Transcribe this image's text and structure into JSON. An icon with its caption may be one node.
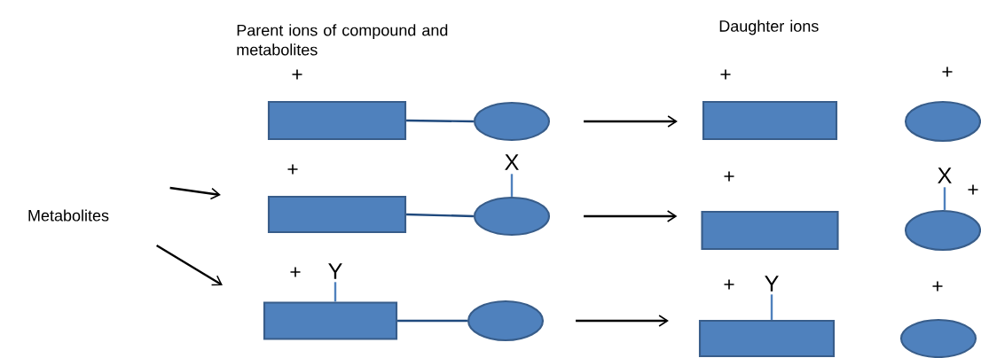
{
  "diagram": {
    "nodes": [
      {
        "text": [
          "Metabolites"
        ]
      },
      {
        "text": [],
        "shape": "box"
      },
      {
        "text": [],
        "shape": "ellipse"
      },
      {
        "text": [],
        "shape": "box"
      },
      {
        "text": [
          "X"
        ]
      },
      {
        "text": [],
        "shape": "ellipse"
      },
      {
        "text": [
          "Y"
        ]
      },
      {
        "text": [],
        "shape": "box"
      },
      {
        "text": [],
        "shape": "ellipse"
      },
      {
        "text": [],
        "shape": "box"
      },
      {
        "text": [],
        "shape": "ellipse"
      },
      {
        "text": [],
        "shape": "box"
      },
      {
        "text": [
          "X"
        ]
      },
      {
        "text": [],
        "shape": "ellipse"
      },
      {
        "text": [
          "Y"
        ]
      },
      {
        "text": [],
        "shape": "box"
      },
      {
        "text": [],
        "shape": "ellipse"
      }
    ],
    "edges": [
      {
        "from": 1,
        "to": 2,
        "arrow": "none",
        "color": "#1f497d"
      },
      {
        "from": 4,
        "to": 5,
        "arrow": "none",
        "color": "#4f81bd"
      },
      {
        "from": 3,
        "to": 5,
        "arrow": "none",
        "color": "#1f497d"
      },
      {
        "from": 6,
        "to": 7,
        "arrow": "none",
        "color": "#4f81bd"
      },
      {
        "from": 7,
        "to": 8,
        "arrow": "none",
        "color": "#1f497d"
      },
      {
        "from": 2,
        "to": 9,
        "arrow": "to"
      },
      {
        "from": 5,
        "to": 11,
        "arrow": "to"
      },
      {
        "from": 8,
        "to": 15,
        "arrow": "to"
      },
      {
        "from": 12,
        "to": 13,
        "arrow": "none",
        "color": "#4f81bd"
      },
      {
        "from": 14,
        "to": 15,
        "arrow": "none",
        "color": "#4f81bd"
      },
      {
        "from": 0,
        "to": 3,
        "arrow": "to"
      },
      {
        "from": 0,
        "to": 7,
        "arrow": "to"
      }
    ],
    "labels": [
      "Parent ions of compound and metabolites",
      "Daughter ions",
      "+",
      "+",
      "+",
      "+",
      "+",
      "+",
      "+",
      "+",
      "+"
    ]
  }
}
